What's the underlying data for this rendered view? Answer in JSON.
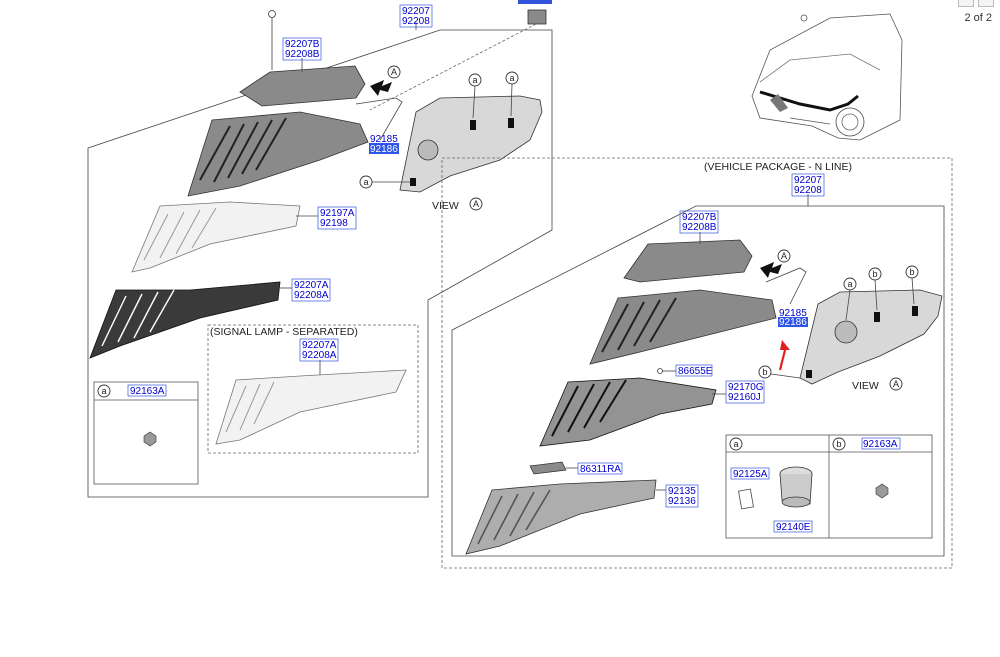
{
  "page_indicator": "2 of 2",
  "left_group": {
    "top_labels": [
      "92207",
      "92208"
    ],
    "parts": [
      {
        "name": "upper-cover",
        "labels": [
          "92207B",
          "92208B"
        ]
      },
      {
        "name": "lamp-harness",
        "labels": [
          "92185",
          "92186"
        ]
      },
      {
        "name": "lens-trim",
        "labels": [
          "92197A",
          "92198"
        ]
      },
      {
        "name": "grille-lamp",
        "labels": [
          "92207A",
          "92208A"
        ]
      }
    ],
    "signal_lamp_box": {
      "title": "(SIGNAL LAMP - SEPARATED)",
      "labels": [
        "92207A",
        "92208A"
      ]
    },
    "detail_box": {
      "callout": "a",
      "labels": [
        "92163A"
      ]
    },
    "view": {
      "text": "VIEW",
      "callout": "A",
      "callouts": [
        "a",
        "a",
        "a"
      ]
    }
  },
  "right_group": {
    "title": "(VEHICLE PACKAGE - N LINE)",
    "top_labels": [
      "92207",
      "92208"
    ],
    "parts": [
      {
        "name": "upper-cover",
        "labels": [
          "92207B",
          "92208B"
        ]
      },
      {
        "name": "lamp-harness",
        "labels": [
          "92185",
          "92186"
        ]
      },
      {
        "name": "clip",
        "labels": [
          "86655E"
        ]
      },
      {
        "name": "lamp-unit",
        "labels": [
          "92170G",
          "92160J"
        ]
      },
      {
        "name": "bracket",
        "labels": [
          "86311RA"
        ]
      },
      {
        "name": "lens-trim",
        "labels": [
          "92135",
          "92136"
        ]
      }
    ],
    "view": {
      "text": "VIEW",
      "callout": "A",
      "callouts": [
        "a",
        "b",
        "b",
        "b"
      ]
    },
    "detail_box": {
      "cells": [
        {
          "callout": "a",
          "labels": [
            "92125A",
            "92140E"
          ]
        },
        {
          "callout": "b",
          "labels": [
            "92163A"
          ]
        }
      ]
    }
  }
}
